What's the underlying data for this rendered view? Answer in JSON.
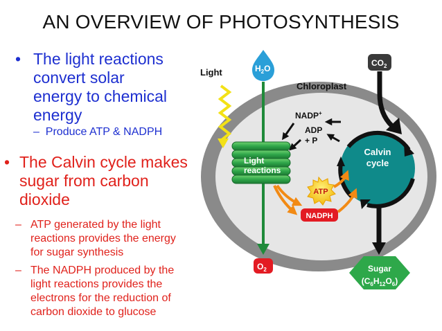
{
  "title": "AN OVERVIEW OF PHOTOSYNTHESIS",
  "bullets": {
    "light": {
      "text": "The light reactions convert solar energy to chemical energy",
      "lines": [
        "The light reactions",
        "convert solar",
        "energy to chemical",
        "energy"
      ],
      "sub": "Produce ATP & NADPH"
    },
    "calvin": {
      "lines": [
        "The Calvin cycle makes",
        "sugar from carbon",
        "dioxide"
      ],
      "subs": [
        {
          "lines": [
            "ATP generated by the light",
            "reactions provides the energy",
            "for sugar synthesis"
          ]
        },
        {
          "lines": [
            "The NADPH produced by the",
            "light reactions provides the",
            "electrons for the reduction of",
            "carbon dioxide to glucose"
          ]
        }
      ]
    }
  },
  "diagram": {
    "light_label": "Light",
    "chloroplast_label": "Chloroplast",
    "h2o": {
      "base": "H",
      "sub": "2",
      "tail": "O"
    },
    "co2": {
      "base": "CO",
      "sub": "2"
    },
    "o2": {
      "base": "O",
      "sub": "2"
    },
    "nadp_plus": "NADP",
    "nadp_sup": "+",
    "adp": "ADP",
    "plus_p": "+ P",
    "light_reactions": [
      "Light",
      "reactions"
    ],
    "calvin_cycle": [
      "Calvin",
      "cycle"
    ],
    "atp": "ATP",
    "nadph": "NADPH",
    "sugar": "Sugar",
    "sugar_formula": {
      "open": "(C",
      "s1": "6",
      "h": "H",
      "s2": "12",
      "o": "O",
      "s3": "6",
      "close": ")"
    }
  },
  "colors": {
    "title": "#111111",
    "blue_text": "#1d2fd0",
    "red_text": "#e0211b",
    "green": "#1f8a3a",
    "teal": "#0f8a8a",
    "yellow": "#f7d21b",
    "orange": "#f28a14",
    "red_badge": "#e31b23",
    "water": "#2a9fd8"
  }
}
